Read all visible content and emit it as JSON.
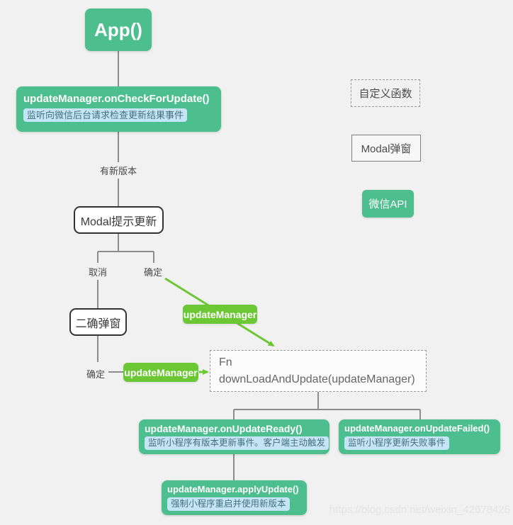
{
  "canvas": {
    "watermark": "https://blog.csdn.net/weixin_42678425"
  },
  "colors": {
    "background": "#f1f1f1",
    "api_node_green": "#4dbe8d",
    "arrow_badge_green": "#6cc734",
    "sub_badge_blue": "#c3e5f6",
    "sub_badge_text": "#49707f",
    "connector_gray": "#8c8c8c",
    "modal_border": "#333333"
  },
  "nodes": {
    "app": {
      "title": "App()"
    },
    "on_check_for_update": {
      "title": "updateManager.onCheckForUpdate()",
      "badge": "监听向微信后台请求检查更新结果事件"
    },
    "modal_prompt": {
      "title": "Modal提示更新"
    },
    "second_confirm_modal": {
      "title": "二确弹窗"
    },
    "download_and_update_fn": {
      "line1": "Fn",
      "line2": "downLoadAndUpdate(updateManager)"
    },
    "on_update_ready": {
      "title": "updateManager.onUpdateReady()",
      "badge": "监听小程序有版本更新事件。客户端主动触发"
    },
    "on_update_failed": {
      "title": "updateManager.onUpdateFailed()",
      "badge": "监听小程序更新失败事件"
    },
    "apply_update": {
      "title": "updateManager.applyUpdate()",
      "badge": "强制小程序重启并使用新版本"
    }
  },
  "edge_labels": {
    "new_version": "有新版本",
    "cancel": "取消",
    "confirm_top": "确定",
    "confirm_bottom": "确定",
    "update_manager_diagonal": "updateManager",
    "update_manager_horizontal": "updateManager"
  },
  "legend": {
    "custom_function": "自定义函数",
    "modal_popup": "Modal弹窗",
    "wechat_api": "微信API"
  }
}
